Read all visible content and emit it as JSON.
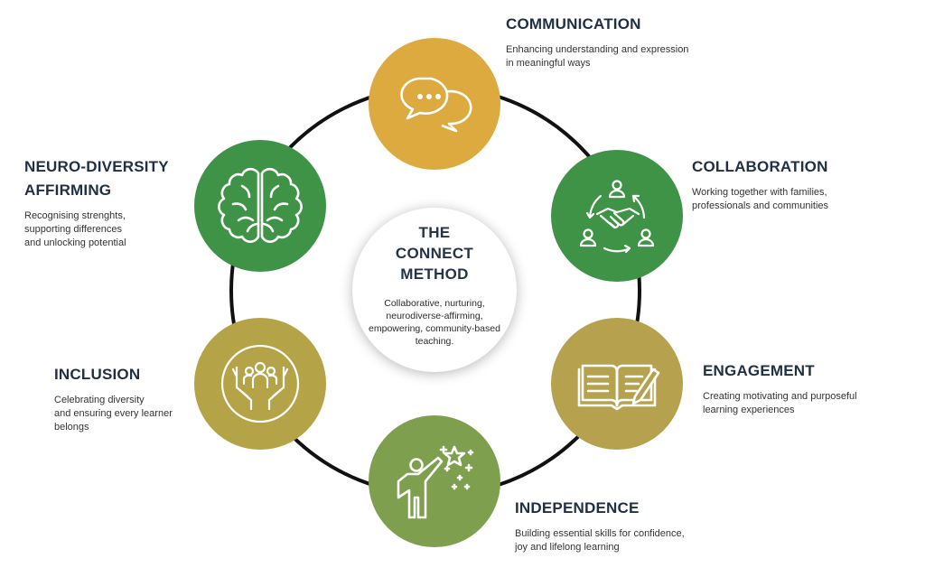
{
  "center": {
    "title_line1": "THE",
    "title_line2": "CONNECT",
    "title_line3": "METHOD",
    "description": "Collaborative, nurturing, neurodiverse-affirming, empowering, community-based teaching."
  },
  "nodes": {
    "communication": {
      "title": "COMMUNICATION",
      "desc_line1": "Enhancing understanding and expression",
      "desc_line2": "in meaningful ways",
      "color": "#DCAA3E",
      "icon": "speech-bubbles-icon"
    },
    "collaboration": {
      "title": "COLLABORATION",
      "desc_line1": "Working together with families,",
      "desc_line2": "professionals and communities",
      "color": "#3F9347",
      "icon": "handshake-icon"
    },
    "engagement": {
      "title": "ENGAGEMENT",
      "desc_line1": "Creating motivating and purposeful",
      "desc_line2": "learning experiences",
      "color": "#B6A24E",
      "icon": "open-book-pencil-icon"
    },
    "independence": {
      "title": "INDEPENDENCE",
      "desc_line1": "Building essential skills for confidence,",
      "desc_line2": "joy and lifelong learning",
      "color": "#7EA04E",
      "icon": "person-reaching-star-icon"
    },
    "inclusion": {
      "title": "INCLUSION",
      "desc_line1": "Celebrating diversity",
      "desc_line2": "and ensuring every learner",
      "desc_line3": "belongs",
      "color": "#B4A347",
      "icon": "hands-holding-people-icon"
    },
    "neurodiversity": {
      "title_line1": "NEURO-DIVERSITY",
      "title_line2": "AFFIRMING",
      "desc_line1": "Recognising strenghts,",
      "desc_line2": "supporting differences",
      "desc_line3": "and unlocking potential",
      "color": "#3F9347",
      "icon": "brain-icon"
    }
  }
}
